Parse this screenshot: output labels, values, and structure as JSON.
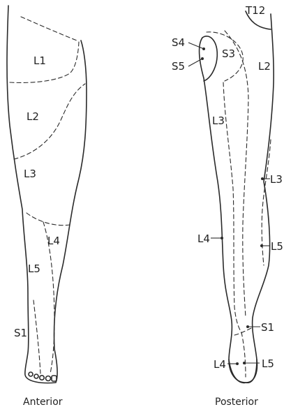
{
  "anterior": {
    "caption": "Anterior",
    "labels": {
      "l1": "L1",
      "l2": "L2",
      "l3": "L3",
      "l4": "L4",
      "l5": "L5",
      "s1": "S1"
    }
  },
  "posterior": {
    "caption": "Posterior",
    "labels": {
      "t12": "T12",
      "s4": "S4",
      "s5": "S5",
      "s3": "S3",
      "l2": "L2",
      "l3_upper": "L3",
      "l3_side": "L3",
      "l4": "L4",
      "l5": "L5",
      "s1": "S1",
      "l4_foot": "L4",
      "l5_foot": "L5"
    }
  }
}
